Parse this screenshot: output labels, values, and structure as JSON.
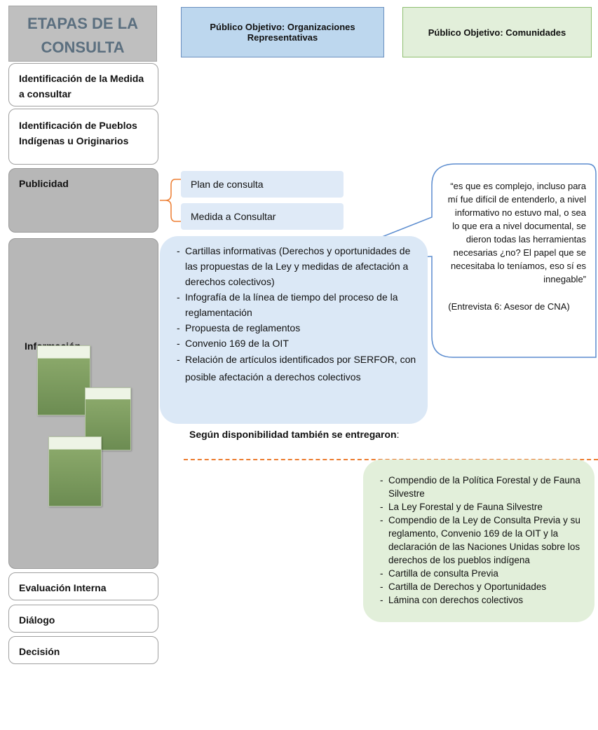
{
  "headers": {
    "etapas": "ETAPAS DE LA CONSULTA",
    "organizaciones": "Público Objetivo: Organizaciones Representativas",
    "comunidades": "Público Objetivo: Comunidades"
  },
  "stages": {
    "identificacion_medida": "Identificación de la Medida a consultar",
    "identificacion_pueblos": "Identificación de Pueblos Indígenas u Originarios",
    "publicidad": "Publicidad",
    "informacion": "Información",
    "evaluacion": "Evaluación Interna",
    "dialogo": "Diálogo",
    "decision": "Decisión"
  },
  "publicidad_items": [
    "Plan de consulta",
    "Medida a Consultar"
  ],
  "informacion_items": [
    "Cartillas informativas (Derechos y oportunidades de las propuestas de la Ley y medidas de afectación a derechos colectivos)",
    "Infografía de la línea de tiempo del proceso de la reglamentación",
    "Propuesta de reglamentos",
    "Convenio 169 de la OIT",
    "Relación de artículos identificados por SERFOR, con posible afectación a derechos colectivos"
  ],
  "quote": {
    "text": "“es que es complejo, incluso para mí fue difícil de entenderlo, a nivel informativo no estuvo mal, o sea lo que era a nivel documental, se dieron todas las herramientas necesarias ¿no? El papel que se necesitaba lo teníamos, eso sí es innegable”",
    "source": "(Entrevista 6: Asesor de CNA)"
  },
  "note": {
    "bold": "Según disponibilidad también se entregaron",
    "tail": ":"
  },
  "comunidades_items": [
    "Compendio de la Política Forestal y de Fauna Silvestre",
    "La Ley Forestal y de Fauna Silvestre",
    "Compendio de la Ley de Consulta Previa y su reglamento, Convenio 169 de la OIT y la declaración de las Naciones Unidas sobre los derechos de los pueblos indígena",
    "Cartilla de consulta Previa",
    "Cartilla de Derechos y Oportunidades",
    "Lámina con derechos colectivos"
  ],
  "colors": {
    "blue_fill": "#bdd7ee",
    "green_fill": "#e2efda",
    "dash_orange": "#ed7d31",
    "grey_stage": "#b7b7b7"
  }
}
